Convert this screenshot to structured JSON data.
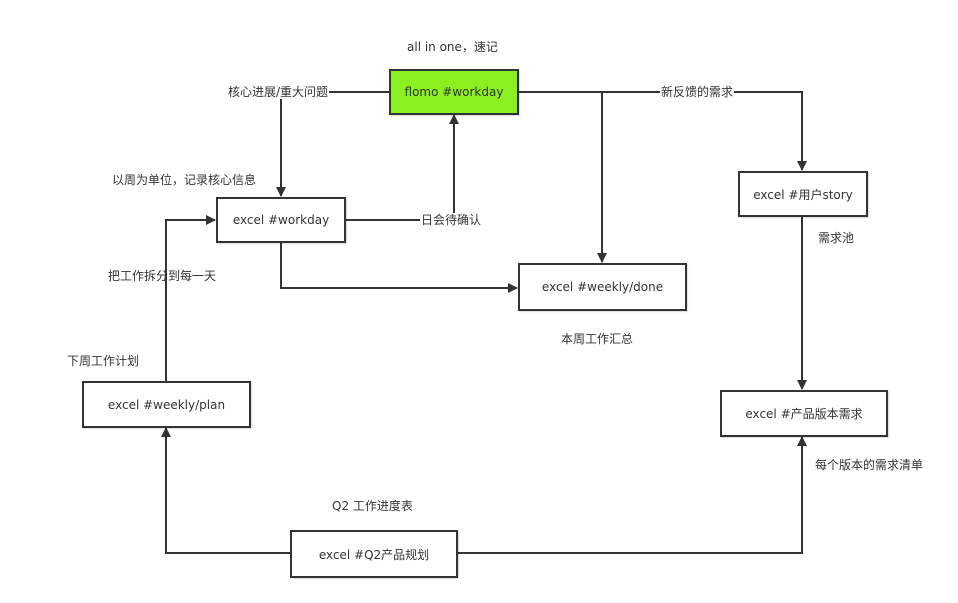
{
  "diagram": {
    "nodes": {
      "flomo": {
        "label": "flomo #workday",
        "fill": "#8af020"
      },
      "workday": {
        "label": "excel #workday"
      },
      "done": {
        "label": "excel #weekly/done"
      },
      "story": {
        "label": "excel #用户story"
      },
      "version": {
        "label": "excel #产品版本需求"
      },
      "plan": {
        "label": "excel #weekly/plan"
      },
      "q2": {
        "label": "excel #Q2产品规划"
      }
    },
    "annotations": {
      "flomo_note": "all in one，速记",
      "core_progress": "核心进展/重大问题",
      "weekly_unit": "以周为单位，记录核心信息",
      "daily_confirm": "日会待确认",
      "new_feedback": "新反馈的需求",
      "req_pool": "需求池",
      "split_daily": "把工作拆分到每一天",
      "weekly_summary": "本周工作汇总",
      "next_week_plan": "下周工作计划",
      "version_list": "每个版本的需求清单",
      "q2_progress": "Q2 工作进度表"
    },
    "edges": [
      {
        "from": "flomo",
        "to": "workday",
        "label": "核心进展/重大问题"
      },
      {
        "from": "workday",
        "to": "flomo",
        "label": "日会待确认"
      },
      {
        "from": "flomo",
        "to": "done"
      },
      {
        "from": "flomo",
        "to": "story",
        "label": "新反馈的需求"
      },
      {
        "from": "workday",
        "to": "done"
      },
      {
        "from": "story",
        "to": "version",
        "label": "需求池"
      },
      {
        "from": "plan",
        "to": "workday",
        "label": "把工作拆分到每一天"
      },
      {
        "from": "q2",
        "to": "plan"
      },
      {
        "from": "q2",
        "to": "version",
        "label": "每个版本的需求清单"
      }
    ],
    "colors": {
      "stroke": "#333333",
      "accent": "#8af020",
      "background": "#ffffff"
    }
  }
}
